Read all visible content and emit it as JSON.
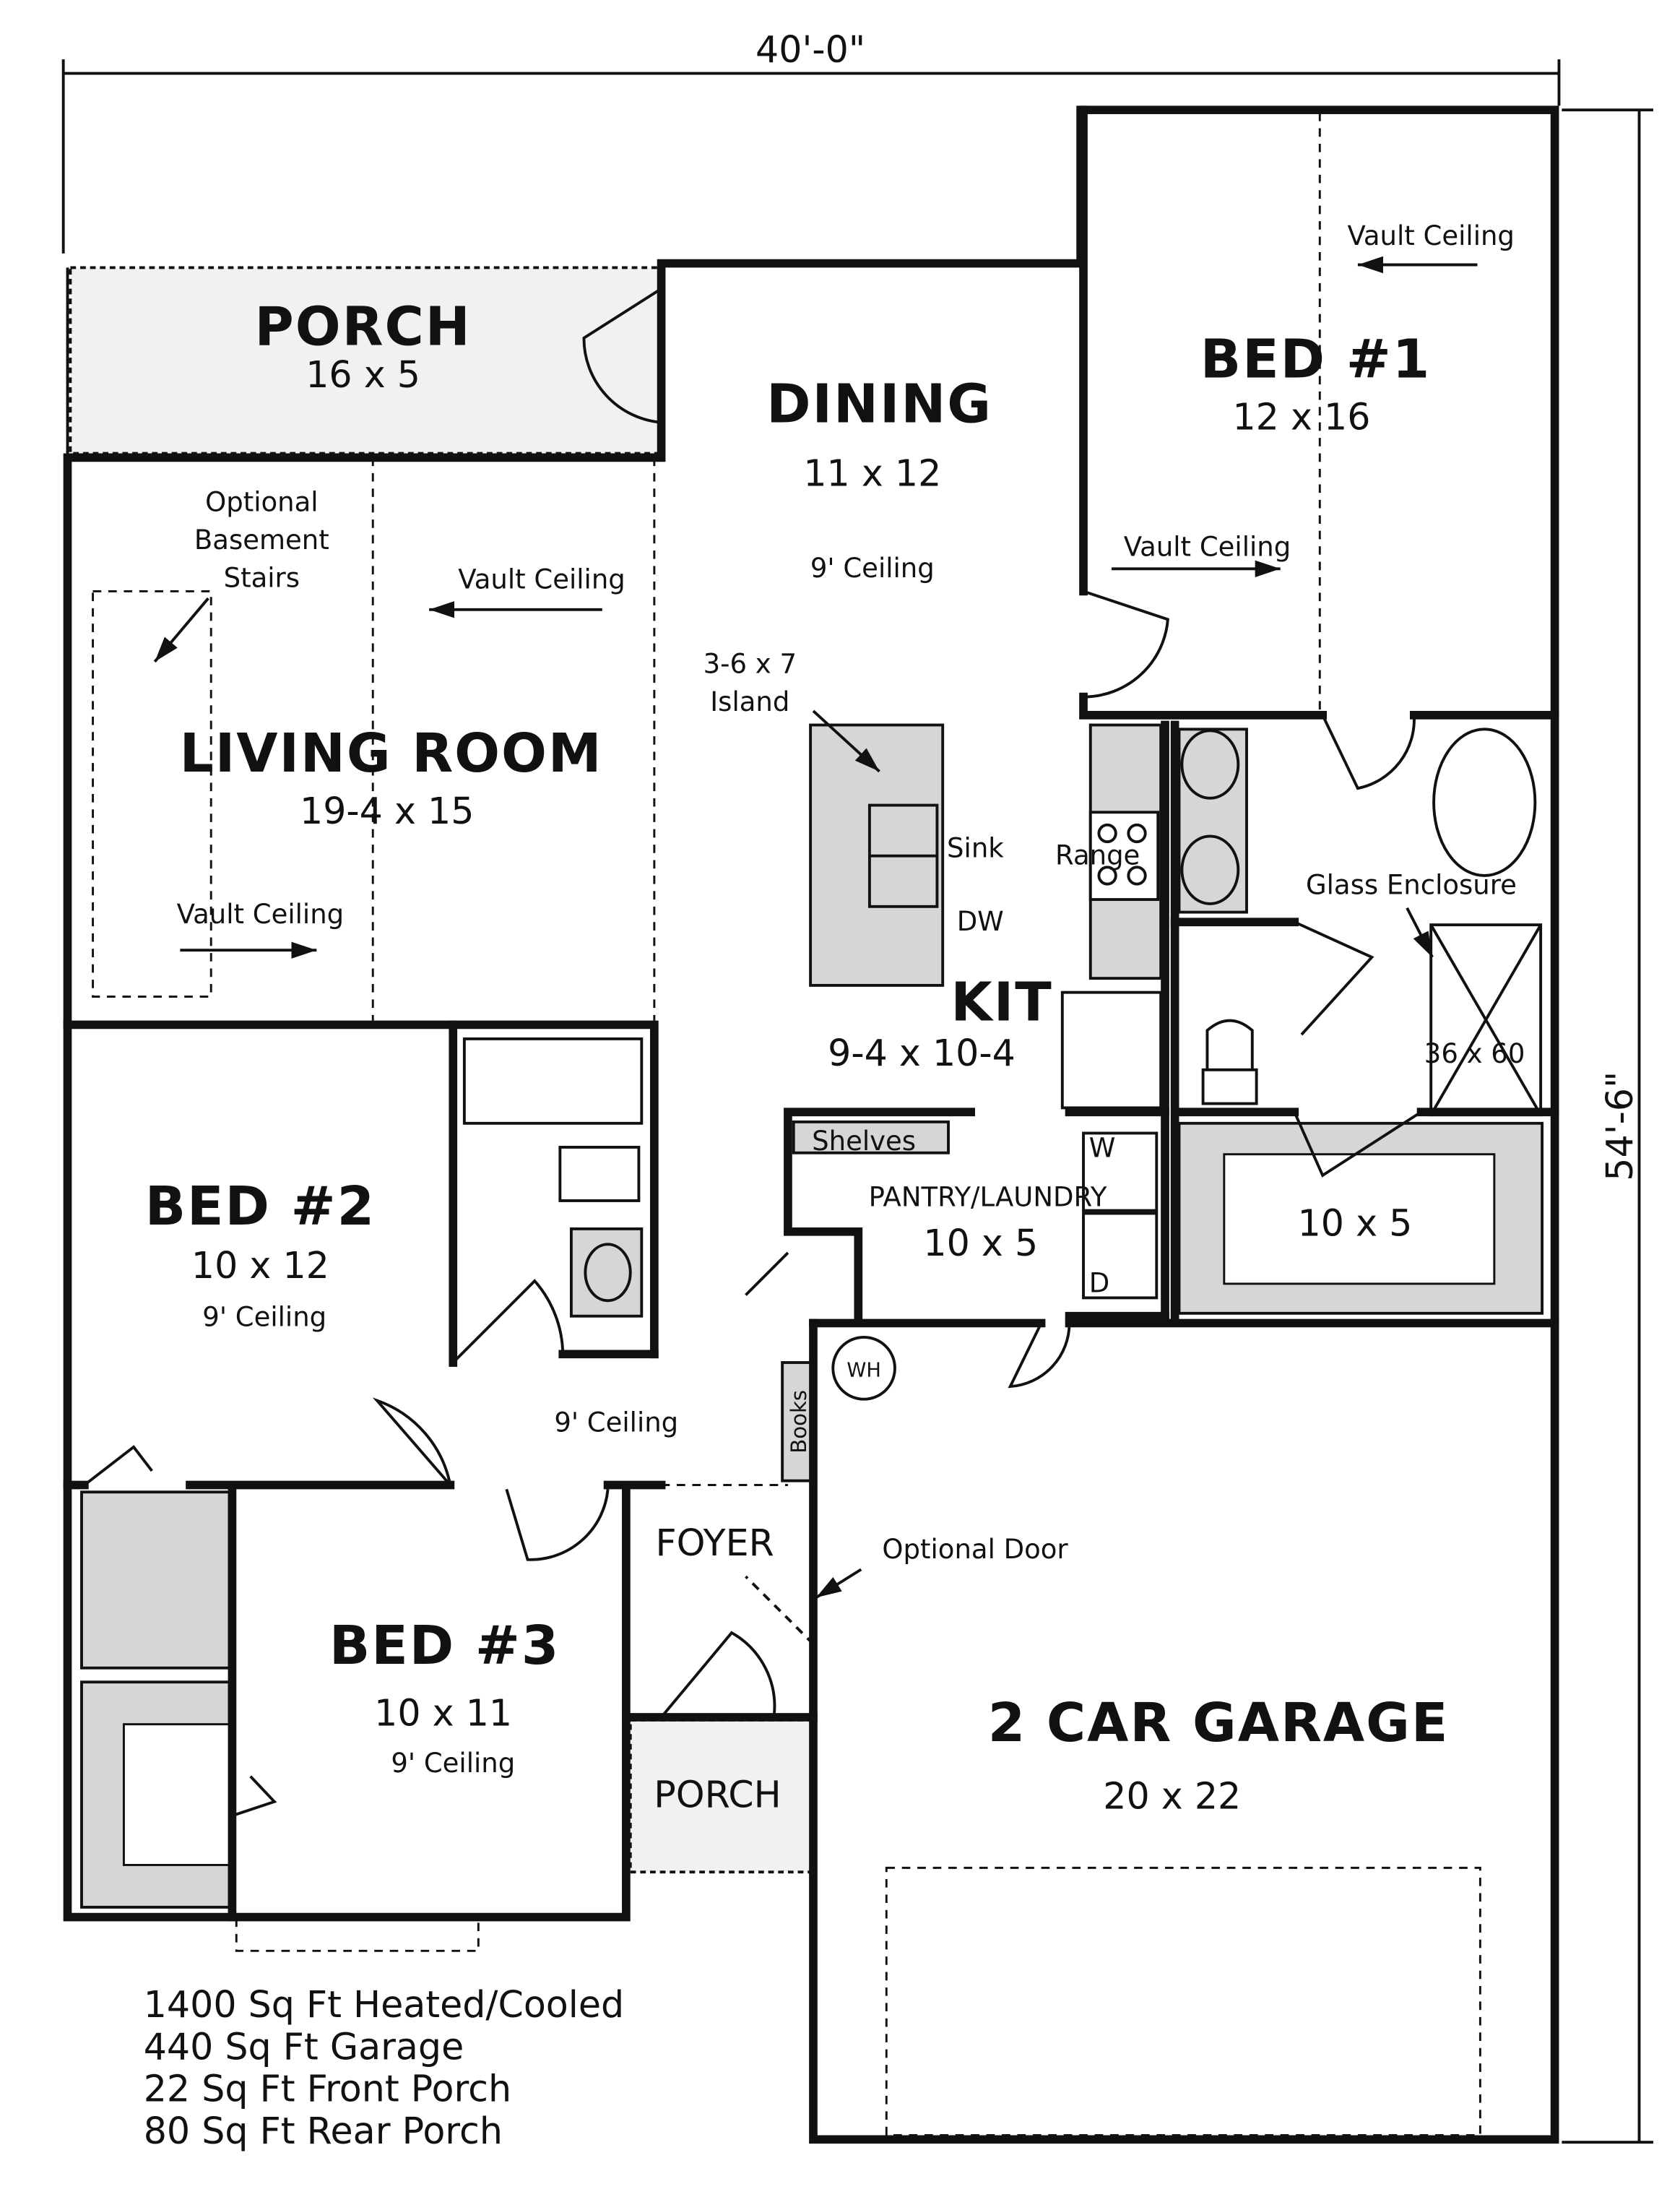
{
  "dimensions": {
    "width": "40'-0\"",
    "depth": "54'-6\""
  },
  "rooms": {
    "porch_rear": {
      "name": "PORCH",
      "size": "16 x 5"
    },
    "dining": {
      "name": "DINING",
      "size": "11 x 12",
      "ceiling": "9' Ceiling"
    },
    "bed1": {
      "name": "BED #1",
      "size": "12 x 16",
      "vault1": "Vault Ceiling",
      "vault2": "Vault Ceiling"
    },
    "living": {
      "name": "LIVING ROOM",
      "size": "19-4 x 15",
      "vault1": "Vault Ceiling",
      "vault2": "Vault Ceiling",
      "stairs": [
        "Optional",
        "Basement",
        "Stairs"
      ]
    },
    "kitchen": {
      "name": "KIT",
      "size": "9-4 x 10-4",
      "island": [
        "3-6 x 7",
        "Island"
      ],
      "sink": "Sink",
      "dw": "DW",
      "range": "Range"
    },
    "master_bath": {
      "glass": "Glass Enclosure",
      "shower": "36 x 60",
      "closet_size": "10 x 5"
    },
    "pantry": {
      "name": "PANTRY/LAUNDRY",
      "size": "10 x 5",
      "shelves": "Shelves",
      "washer": "W",
      "dryer": "D",
      "wh": "WH"
    },
    "bed2": {
      "name": "BED #2",
      "size": "10 x 12",
      "ceiling": "9' Ceiling"
    },
    "hall": {
      "ceiling": "9' Ceiling",
      "books": "Books"
    },
    "foyer": {
      "name": "FOYER",
      "optional_door": "Optional Door"
    },
    "bed3": {
      "name": "BED #3",
      "size": "10 x 11",
      "ceiling": "9' Ceiling"
    },
    "porch_front": {
      "name": "PORCH"
    },
    "garage": {
      "name": "2 CAR GARAGE",
      "size": "20 x 22"
    }
  },
  "summary": [
    "1400 Sq Ft Heated/Cooled",
    "440 Sq Ft Garage",
    "22 Sq Ft Front Porch",
    "80 Sq Ft Rear Porch"
  ]
}
